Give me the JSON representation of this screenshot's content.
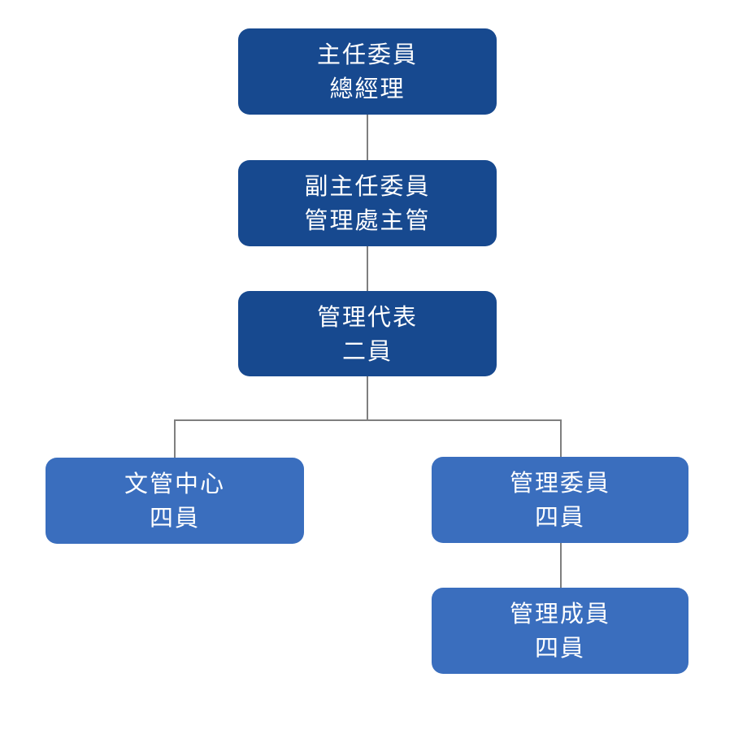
{
  "org_chart": {
    "connector_color": "#7f7f7f",
    "colors": {
      "primary_dark": "#17498f",
      "primary_light": "#3a6ebe",
      "text": "#ffffff",
      "background": "#ffffff"
    },
    "nodes": [
      {
        "id": "chairman",
        "title": "主任委員",
        "subtitle": "總經理",
        "level": 1,
        "fill": "#17498f"
      },
      {
        "id": "vice-chairman",
        "title": "副主任委員",
        "subtitle": "管理處主管",
        "level": 2,
        "fill": "#17498f"
      },
      {
        "id": "management-representative",
        "title": "管理代表",
        "subtitle": "二員",
        "level": 3,
        "fill": "#17498f"
      },
      {
        "id": "document-control-center",
        "title": "文管中心",
        "subtitle": "四員",
        "level": 4,
        "fill": "#3a6ebe"
      },
      {
        "id": "management-committee",
        "title": "管理委員",
        "subtitle": "四員",
        "level": 4,
        "fill": "#3a6ebe"
      },
      {
        "id": "management-members",
        "title": "管理成員",
        "subtitle": "四員",
        "level": 5,
        "fill": "#3a6ebe"
      }
    ],
    "edges": [
      {
        "from": "chairman",
        "to": "vice-chairman"
      },
      {
        "from": "vice-chairman",
        "to": "management-representative"
      },
      {
        "from": "management-representative",
        "to": "document-control-center"
      },
      {
        "from": "management-representative",
        "to": "management-committee"
      },
      {
        "from": "management-committee",
        "to": "management-members"
      }
    ]
  }
}
